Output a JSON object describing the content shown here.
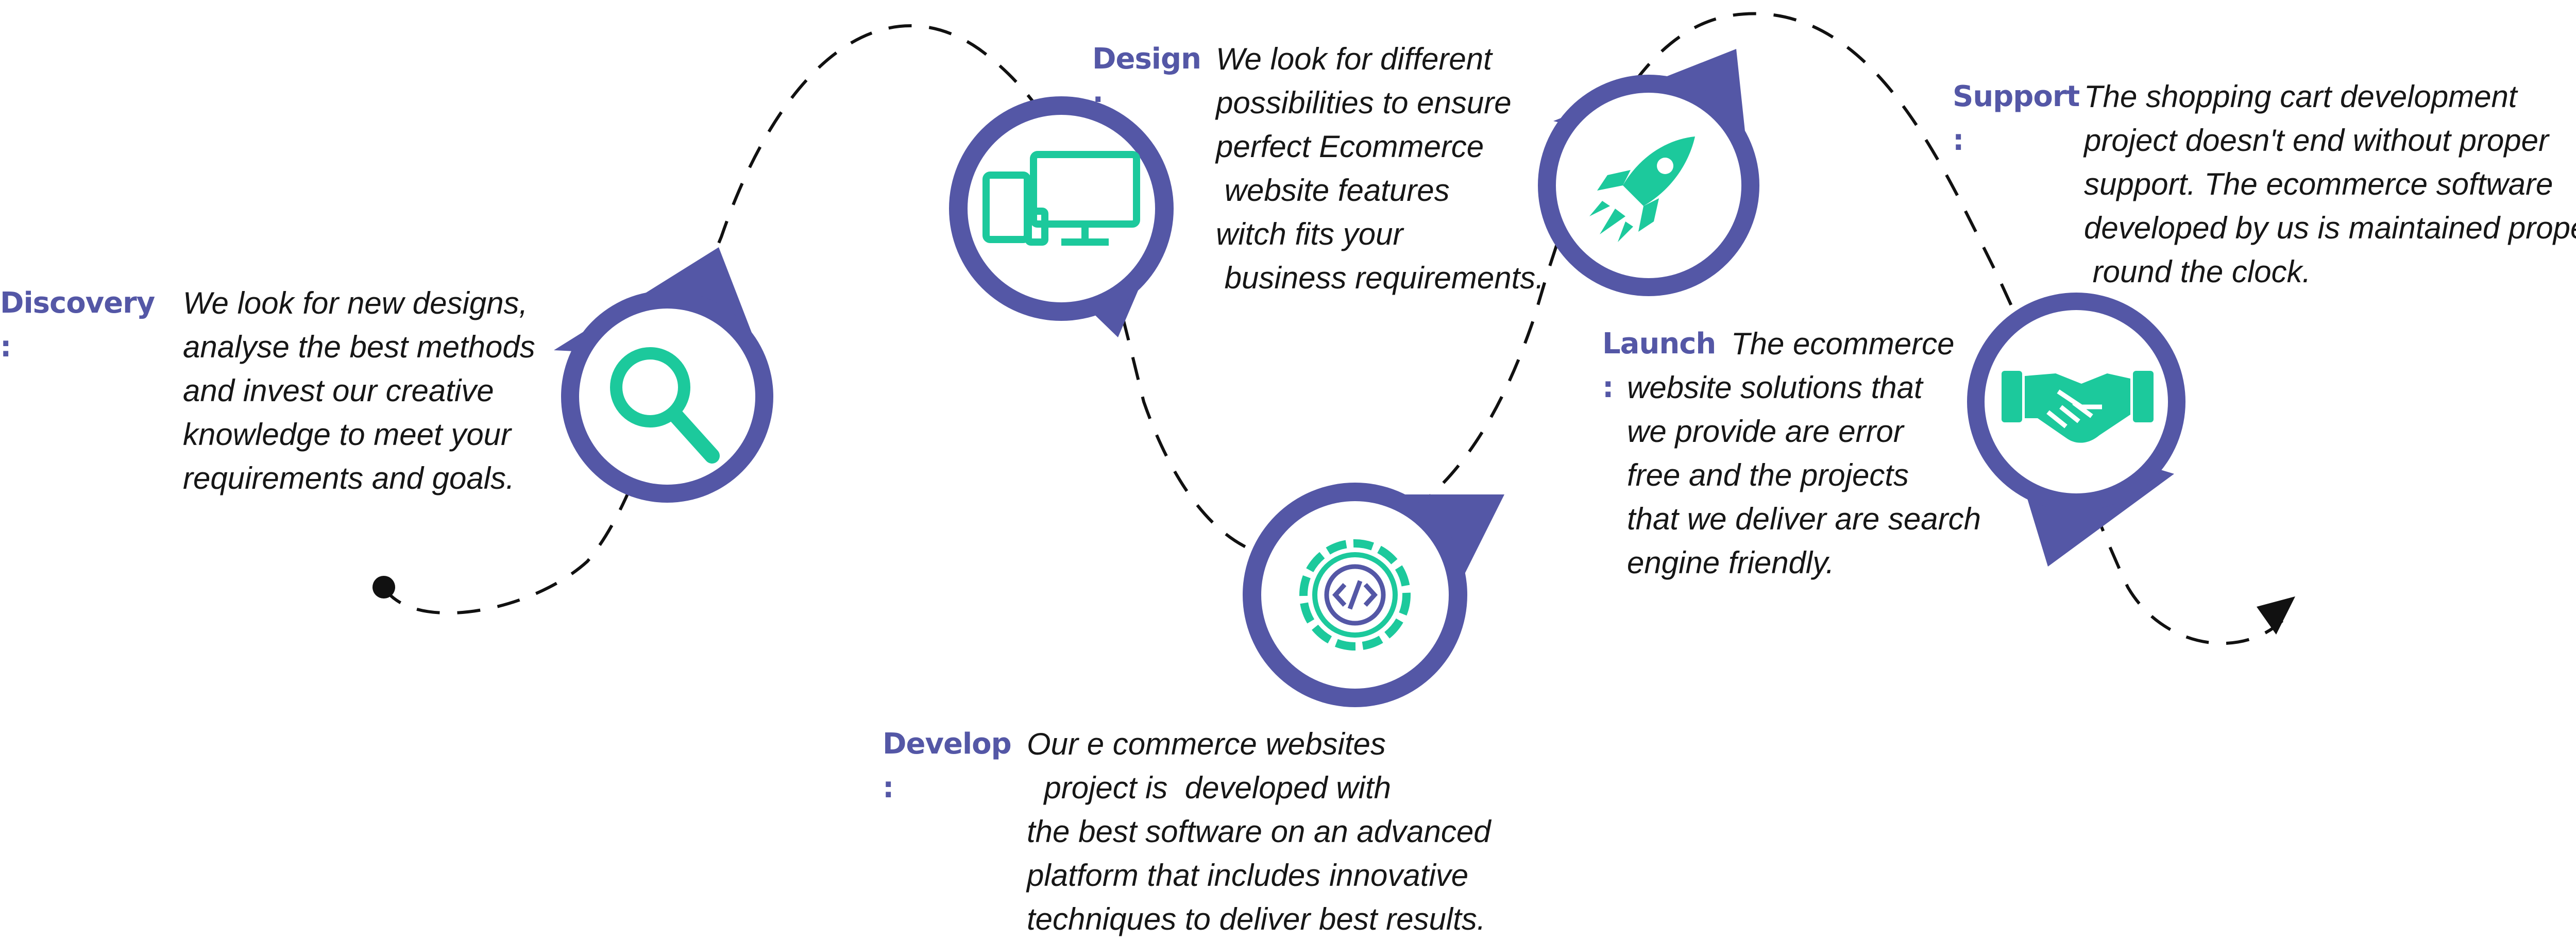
{
  "colors": {
    "accent": "#5457a6",
    "icon": "#1cc99c",
    "text": "#161616",
    "path": "#111111"
  },
  "steps": [
    {
      "id": "discovery",
      "heading": "Discovery :",
      "icon": "magnifier-icon",
      "lines": [
        "We look for new designs,",
        "analyse the best methods",
        "and invest our creative",
        "knowledge to meet your",
        "requirements and goals."
      ]
    },
    {
      "id": "design",
      "heading": "Design :",
      "icon": "devices-icon",
      "lines": [
        "We look for different",
        "possibilities to ensure",
        "perfect Ecommerce",
        " website features",
        "witch fits your",
        " business requirements."
      ]
    },
    {
      "id": "develop",
      "heading": "Develop :",
      "icon": "code-gear-icon",
      "lines": [
        "Our e commerce websites",
        "  project is  developed with",
        "the best software on an advanced",
        "platform that includes innovative",
        "techniques to deliver best results."
      ]
    },
    {
      "id": "launch",
      "heading": "Launch :",
      "icon": "rocket-icon",
      "lines": [
        "The ecommerce",
        "website solutions that",
        "we provide are error",
        "free and the projects",
        "that we deliver are search",
        "engine friendly."
      ]
    },
    {
      "id": "support",
      "heading": "Support :",
      "icon": "handshake-icon",
      "lines": [
        "The shopping cart development",
        "project doesn't end without proper",
        "support. The ecommerce software",
        "developed by us is maintained properly",
        " round the clock."
      ]
    }
  ]
}
